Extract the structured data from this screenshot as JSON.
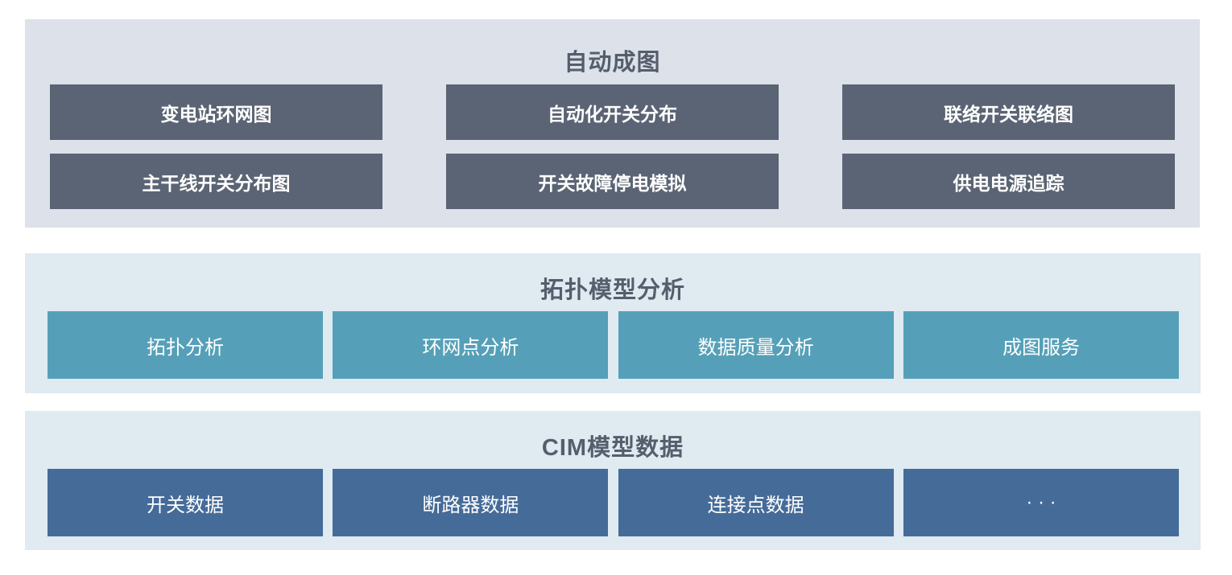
{
  "colors": {
    "page_background": "#ffffff",
    "top_panel_background": "#dde1e9",
    "lower_panels_background": "#dfeaf1",
    "dark_box": "#5b6474",
    "teal_box": "#55a0b8",
    "blue_box": "#456b99",
    "title_text": "#555e6c",
    "box_text": "#ffffff"
  },
  "sections": [
    {
      "title": "自动成图",
      "items": [
        "变电站环网图",
        "自动化开关分布",
        "联络开关联络图",
        "主干线开关分布图",
        "开关故障停电模拟",
        "供电电源追踪"
      ]
    },
    {
      "title": "拓扑模型分析",
      "items": [
        "拓扑分析",
        "环网点分析",
        "数据质量分析",
        "成图服务"
      ]
    },
    {
      "title": "CIM模型数据",
      "items": [
        "开关数据",
        "断路器数据",
        "连接点数据",
        "· · ·"
      ]
    }
  ]
}
